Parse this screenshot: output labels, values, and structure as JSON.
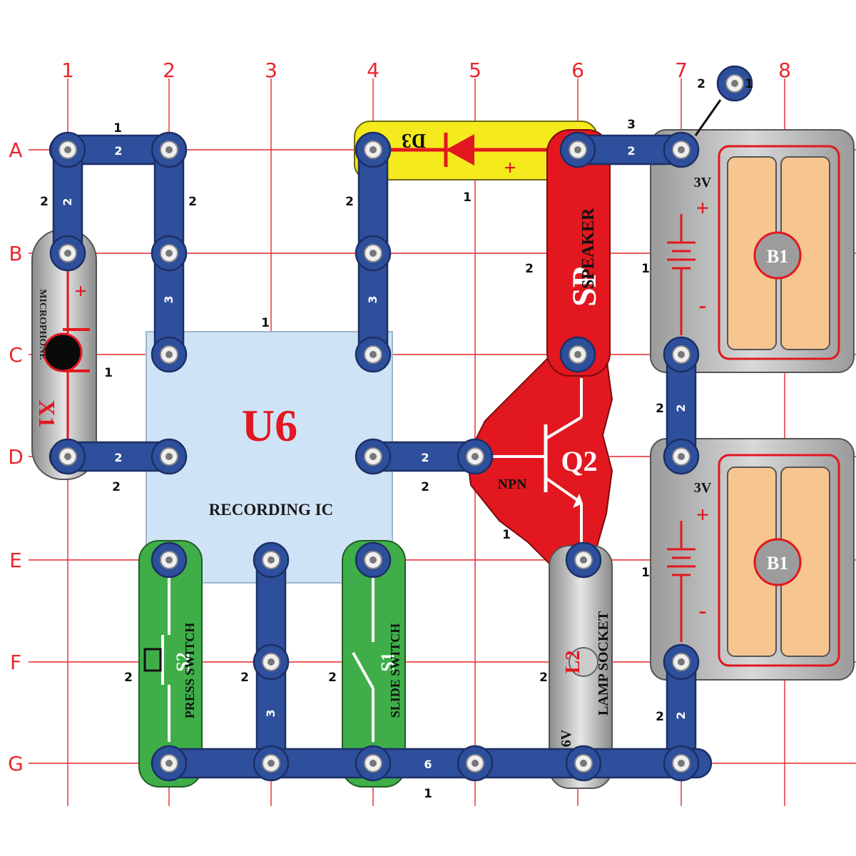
{
  "grid": {
    "columns": [
      "1",
      "2",
      "3",
      "4",
      "5",
      "6",
      "7",
      "8"
    ],
    "rows": [
      "A",
      "B",
      "C",
      "D",
      "E",
      "F",
      "G"
    ]
  },
  "components": {
    "u6": {
      "label": "U6",
      "sublabel": "RECORDING IC",
      "level": "1",
      "color": "#cfe3f6"
    },
    "x1": {
      "label": "X1",
      "name": "MICROPHONE",
      "plus": "+",
      "level": "1"
    },
    "d3": {
      "label": "D3",
      "plus": "+",
      "level": "1",
      "color": "#f4ea1e"
    },
    "sp": {
      "label": "SP",
      "name": "SPEAKER",
      "level": "2",
      "color": "#e2171f"
    },
    "q2": {
      "label": "Q2",
      "type": "NPN",
      "level": "1"
    },
    "l2": {
      "label": "L2",
      "name": "LAMP SOCKET",
      "volts": "6V",
      "level": "2"
    },
    "s2": {
      "label": "S2",
      "name": "PRESS SWITCH",
      "level": "2",
      "color": "#3fae49"
    },
    "s1": {
      "label": "S1",
      "name": "SLIDE SWITCH",
      "level": "2"
    },
    "b1_top": {
      "label": "B1",
      "volts": "3V",
      "plus": "+",
      "minus": "-",
      "level": "1"
    },
    "b1_bottom": {
      "label": "B1",
      "volts": "3V",
      "plus": "+",
      "minus": "-",
      "level": "1"
    },
    "jumper": {
      "level": "2",
      "snap_num": "1"
    }
  },
  "wires": [
    {
      "id": "a1-a2",
      "num": "2",
      "level": "1"
    },
    {
      "id": "a1-b1",
      "num": "2",
      "level": "2"
    },
    {
      "id": "a2-c2",
      "num": "3",
      "level": "2"
    },
    {
      "id": "a4-c4",
      "num": "3",
      "level": "2"
    },
    {
      "id": "a6-a7",
      "num": "2",
      "level": "3"
    },
    {
      "id": "d1-d2",
      "num": "2",
      "level": "2"
    },
    {
      "id": "d4-d5",
      "num": "2",
      "level": "2"
    },
    {
      "id": "c7-d7",
      "num": "2",
      "level": "2"
    },
    {
      "id": "e3-g3",
      "num": "3",
      "level": "2"
    },
    {
      "id": "f7-g7",
      "num": "2",
      "level": "2"
    },
    {
      "id": "g2-g7",
      "num": "6",
      "level": "1"
    }
  ]
}
